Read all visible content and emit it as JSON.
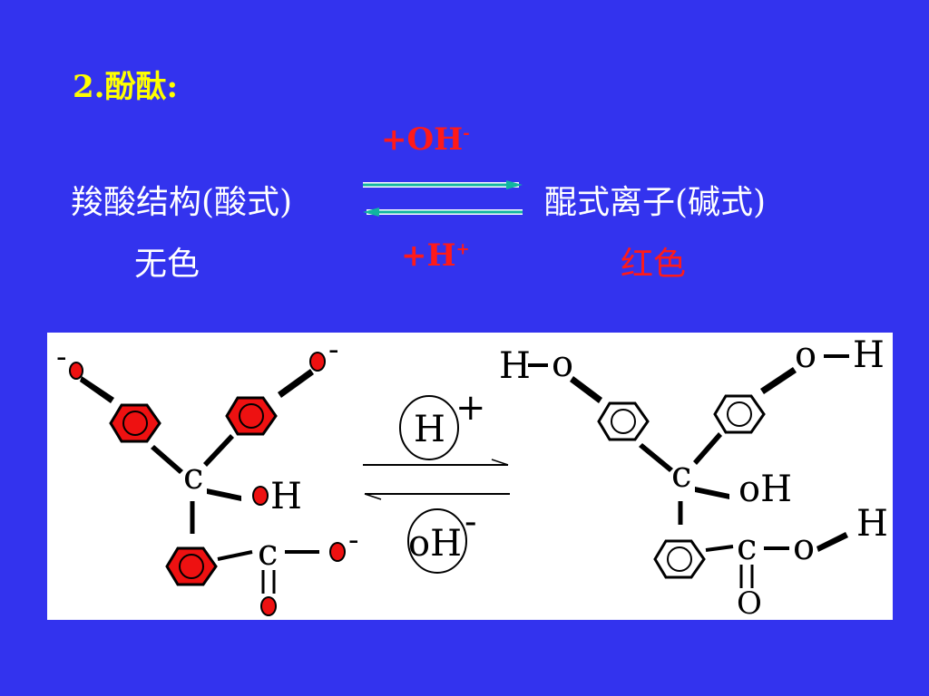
{
  "title": "2.酚酞:",
  "reaction": {
    "forward_reagent": "+OH",
    "forward_reagent_sup": "-",
    "reverse_reagent": "+H",
    "reverse_reagent_sup": "+",
    "left_form": "羧酸结构(酸式)",
    "right_form": "醌式离子(碱式)",
    "left_color": "无色",
    "right_color": "红色"
  },
  "diagram": {
    "h_circle_label": "H",
    "h_circle_charge": "+",
    "oh_circle_label": "oH",
    "oh_circle_charge": "-",
    "left_c": "c",
    "left_oh": "oH",
    "left_carboxyl_c": "c",
    "left_minus_1": "-",
    "left_minus_2": "-",
    "left_minus_3": "-",
    "right_h_top_left": "H",
    "right_o_top_left": "o",
    "right_o_top_right": "o",
    "right_h_top_right": "H",
    "right_c": "c",
    "right_oh": "oH",
    "right_carboxyl_c": "c",
    "right_carboxyl_o": "o",
    "right_carboxyl_h": "H",
    "right_carbonyl_o": "O"
  },
  "colors": {
    "background": "#3333ee",
    "title": "#ffff00",
    "reagent": "#ff1a1a",
    "text": "#ffffff",
    "red_ring": "#ee1111",
    "arrow": "#11b5a0"
  }
}
